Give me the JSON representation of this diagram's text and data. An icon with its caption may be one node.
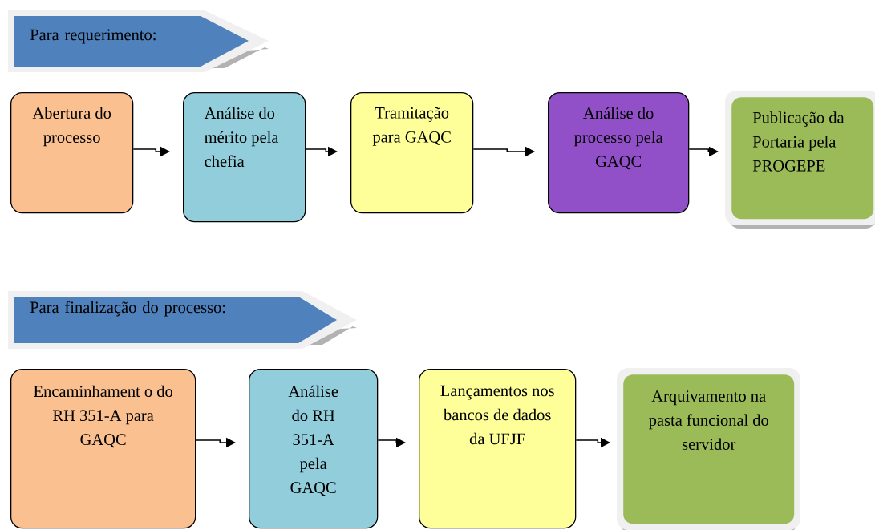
{
  "diagram": {
    "nodes": [
      {
        "text": [
          "Para requerimento:"
        ]
      },
      {
        "text": [
          "Abertura do processo"
        ]
      },
      {
        "text": [
          "Análise do mérito pela chefia"
        ]
      },
      {
        "text": [
          "Tramitação para GAQC"
        ]
      },
      {
        "text": [
          "Análise do processo pela GAQC"
        ]
      },
      {
        "text": [
          "Publicação da Portaria pela PROGEPE"
        ]
      },
      {
        "text": [
          "Para finalização do processo:"
        ]
      },
      {
        "text": [
          "Encaminhament o do RH 351-A para GAQC"
        ]
      },
      {
        "text": [
          "Análise do RH 351-A pela GAQC"
        ]
      },
      {
        "text": [
          "Lançamentos nos bancos de dados da UFJF"
        ]
      },
      {
        "text": [
          "Arquivamento na pasta funcional do servidor"
        ]
      }
    ],
    "edges": [
      {
        "from": 1,
        "to": 2,
        "arrow": "to"
      },
      {
        "from": 2,
        "to": 3,
        "arrow": "to"
      },
      {
        "from": 3,
        "to": 4,
        "arrow": "to"
      },
      {
        "from": 4,
        "to": 5,
        "arrow": "to"
      },
      {
        "from": 7,
        "to": 8,
        "arrow": "to"
      },
      {
        "from": 8,
        "to": 9,
        "arrow": "to"
      },
      {
        "from": 9,
        "to": 10,
        "arrow": "to"
      }
    ]
  }
}
